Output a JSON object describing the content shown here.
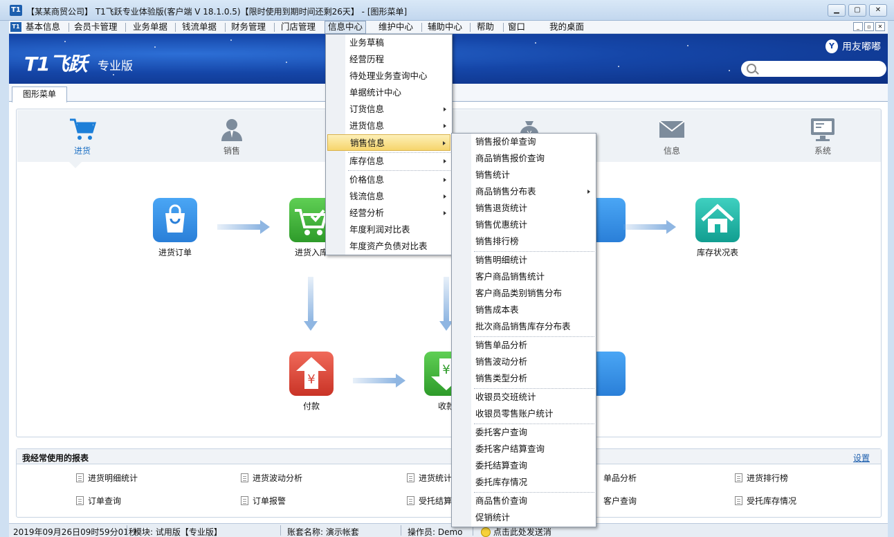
{
  "window": {
    "title": "【某某商贸公司】 T1飞跃专业体验版(客户端 V 18.1.0.5)【限时使用到期时间还剩26天】 - [图形菜单]",
    "controls": {
      "minimize": "▁",
      "restore": "▢",
      "close": "✕"
    }
  },
  "menubar": {
    "items": [
      "基本信息",
      "会员卡管理",
      "业务单据",
      "钱流单据",
      "财务管理",
      "门店管理",
      "信息中心",
      "维护中心",
      "辅助中心",
      "帮助",
      "窗口",
      "我的桌面"
    ],
    "active": "信息中心"
  },
  "banner": {
    "brand": "T1飞跃",
    "brand_sub": "专业版",
    "partner": "用友嘟嘟",
    "search_placeholder": ""
  },
  "tabs": [
    "图形菜单"
  ],
  "categories": [
    {
      "label": "进货",
      "icon": "cart-icon",
      "active": true
    },
    {
      "label": "销售",
      "icon": "salesperson-icon"
    },
    {
      "label": "",
      "icon": "money-bag-icon"
    },
    {
      "label": "信息",
      "icon": "envelope-icon"
    },
    {
      "label": "系统",
      "icon": "monitor-icon"
    }
  ],
  "flow": [
    {
      "label": "进货订单",
      "icon": "shopping-bag-icon",
      "color": "#2f8ee6"
    },
    {
      "label": "进货入库",
      "icon": "cart-check-icon",
      "color": "#3fae3a"
    },
    {
      "label": "",
      "icon": "check-doc-icon",
      "color": "#2f8ee6"
    },
    {
      "label": "库存状况表",
      "icon": "house-icon",
      "color": "#19b3a3"
    },
    {
      "label": "付款",
      "icon": "yen-up-icon",
      "color": "#e0483c"
    },
    {
      "label": "收款",
      "icon": "yen-down-icon",
      "color": "#3fae3a"
    },
    {
      "label": "",
      "icon": "doc-icon",
      "color": "#2f8ee6"
    }
  ],
  "reports": {
    "title": "我经常使用的报表",
    "settings": "设置",
    "items": [
      "进货明细统计",
      "进货波动分析",
      "进货统计",
      "单品分析",
      "进货排行榜",
      "订单查询",
      "订单报警",
      "受托结算",
      "客户查询",
      "受托库存情况"
    ]
  },
  "status": {
    "time": "2019年09月26日09时59分01秒",
    "module": "模块: 试用版【专业版】",
    "account": "账套名称: 演示帐套",
    "operator": "操作员: Demo",
    "feedback": "点击此处发送消"
  },
  "info_menu": [
    {
      "label": "业务草稿"
    },
    {
      "label": "经营历程"
    },
    {
      "label": "待处理业务查询中心"
    },
    {
      "label": "单据统计中心"
    },
    {
      "label": "订货信息",
      "sub": true
    },
    {
      "label": "进货信息",
      "sub": true
    },
    {
      "label": "销售信息",
      "sub": true,
      "highlight": true
    },
    {
      "label": "库存信息",
      "sub": true
    },
    {
      "label": "价格信息",
      "sub": true
    },
    {
      "label": "钱流信息",
      "sub": true
    },
    {
      "label": "经营分析",
      "sub": true
    },
    {
      "label": "年度利润对比表"
    },
    {
      "label": "年度资产负债对比表"
    }
  ],
  "sales_menu": [
    {
      "label": "销售报价单查询"
    },
    {
      "label": "商品销售报价查询"
    },
    {
      "label": "销售统计"
    },
    {
      "label": "商品销售分布表",
      "sub": true
    },
    {
      "label": "销售退货统计"
    },
    {
      "label": "销售优惠统计"
    },
    {
      "label": "销售排行榜"
    },
    {
      "label": "销售明细统计"
    },
    {
      "label": "客户商品销售统计"
    },
    {
      "label": "客户商品类别销售分布"
    },
    {
      "label": "销售成本表"
    },
    {
      "label": "批次商品销售库存分布表"
    },
    {
      "label": "销售单品分析"
    },
    {
      "label": "销售波动分析"
    },
    {
      "label": "销售类型分析"
    },
    {
      "label": "收银员交班统计"
    },
    {
      "label": "收银员零售账户统计"
    },
    {
      "label": "委托客户查询"
    },
    {
      "label": "委托客户结算查询"
    },
    {
      "label": "委托结算查询"
    },
    {
      "label": "委托库存情况"
    },
    {
      "label": "商品售价查询"
    },
    {
      "label": "促销统计"
    }
  ]
}
